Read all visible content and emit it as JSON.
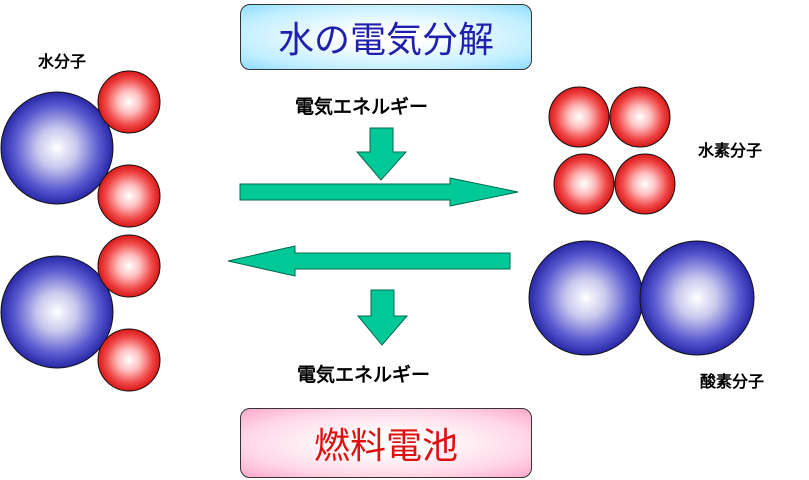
{
  "title_top": "水の電気分解",
  "title_bottom": "燃料電池",
  "labels": {
    "water_molecule": "水分子",
    "hydrogen_molecule": "水素分子",
    "oxygen_molecule": "酸素分子",
    "energy_in": "電気エネルギー",
    "energy_out": "電気エネルギー"
  },
  "colors": {
    "oxygen_atom": "#3a3ab8",
    "hydrogen_atom": "#e23030",
    "arrow": "#00c896",
    "arrow_outline": "#006a4e"
  }
}
